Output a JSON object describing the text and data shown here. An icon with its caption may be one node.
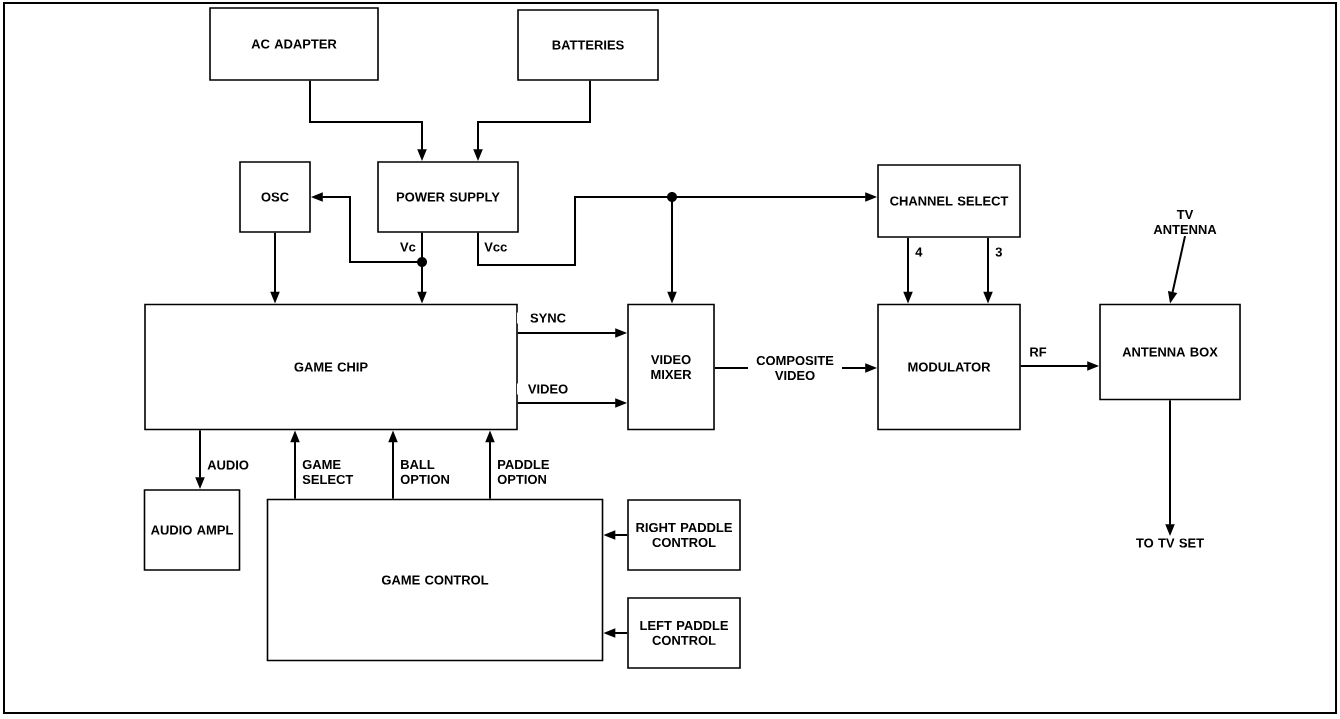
{
  "diagram": {
    "nodes": [
      {
        "text": [
          "AC ADAPTER"
        ]
      },
      {
        "text": [
          "BATTERIES"
        ]
      },
      {
        "text": [
          "OSC"
        ]
      },
      {
        "text": [
          "POWER SUPPLY"
        ]
      },
      {
        "text": [
          "CHANNEL SELECT"
        ]
      },
      {
        "text": [
          "TV ANTENNA"
        ]
      },
      {
        "text": [
          "GAME CHIP"
        ]
      },
      {
        "text": [
          "VIDEO MIXER"
        ]
      },
      {
        "text": [
          "MODULATOR"
        ]
      },
      {
        "text": [
          "ANTENNA BOX"
        ]
      },
      {
        "text": [
          "AUDIO AMPL"
        ]
      },
      {
        "text": [
          "GAME CONTROL"
        ]
      },
      {
        "text": [
          "RIGHT PADDLE CONTROL"
        ]
      },
      {
        "text": [
          "LEFT PADDLE CONTROL"
        ]
      },
      {
        "text": [
          "TO TV SET"
        ]
      }
    ],
    "edges": [
      {
        "from": 0,
        "to": 3,
        "arrow": "to"
      },
      {
        "from": 1,
        "to": 3,
        "arrow": "to"
      },
      {
        "from": 3,
        "to": 2,
        "arrow": "to"
      },
      {
        "from": 3,
        "to": 6,
        "arrow": "to",
        "label": "Vc"
      },
      {
        "from": 3,
        "to": 7,
        "arrow": "to",
        "label": "Vcc"
      },
      {
        "from": 3,
        "to": 4,
        "arrow": "to"
      },
      {
        "from": 2,
        "to": 6,
        "arrow": "to"
      },
      {
        "from": 6,
        "to": 7,
        "arrow": "to",
        "label": "SYNC"
      },
      {
        "from": 6,
        "to": 7,
        "arrow": "to",
        "label": "VIDEO"
      },
      {
        "from": 7,
        "to": 8,
        "arrow": "to",
        "label": "COMPOSITE VIDEO"
      },
      {
        "from": 4,
        "to": 8,
        "arrow": "to",
        "label": "4"
      },
      {
        "from": 4,
        "to": 8,
        "arrow": "to",
        "label": "3"
      },
      {
        "from": 8,
        "to": 9,
        "arrow": "to",
        "label": "RF"
      },
      {
        "from": 5,
        "to": 9,
        "arrow": "to"
      },
      {
        "from": 9,
        "to": 14,
        "arrow": "to"
      },
      {
        "from": 6,
        "to": 10,
        "arrow": "to",
        "label": "AUDIO"
      },
      {
        "from": 11,
        "to": 6,
        "arrow": "to",
        "label": "GAME SELECT"
      },
      {
        "from": 11,
        "to": 6,
        "arrow": "to",
        "label": "BALL OPTION"
      },
      {
        "from": 11,
        "to": 6,
        "arrow": "to",
        "label": "PADDLE OPTION"
      },
      {
        "from": 12,
        "to": 11,
        "arrow": "to"
      },
      {
        "from": 13,
        "to": 11,
        "arrow": "to"
      }
    ]
  }
}
